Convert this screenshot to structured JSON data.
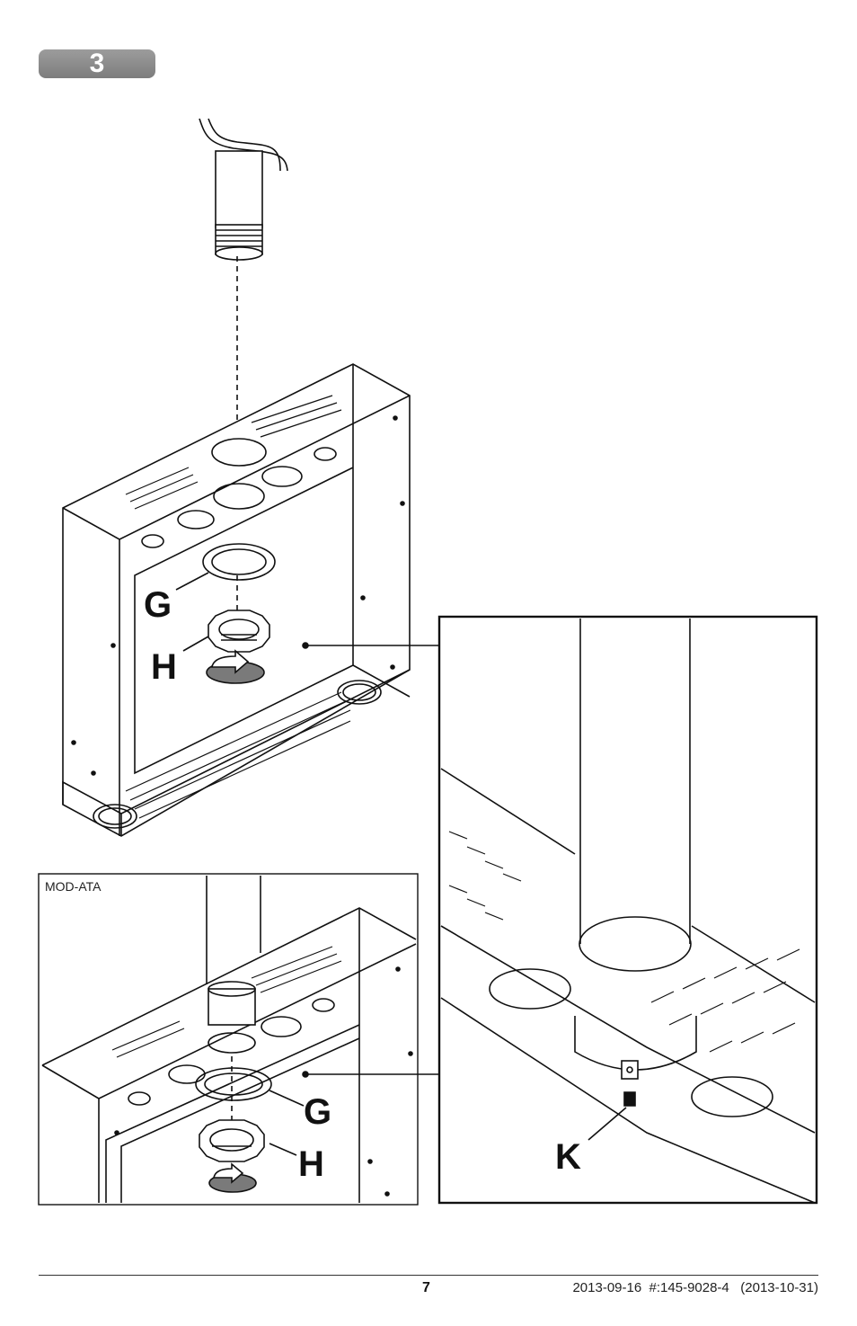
{
  "step": {
    "number": "3"
  },
  "callouts": {
    "g_main": "G",
    "h_main": "H",
    "g_inset": "G",
    "h_inset": "H",
    "k_detail": "K"
  },
  "inset": {
    "label": "MOD-ATA"
  },
  "footer": {
    "page_number": "7",
    "doc_ref": "2013-09-16  #:145-9028-4   (2013-10-31)"
  },
  "colors": {
    "badge_bg": "#8a8a8a",
    "line": "#111111",
    "arrow_fill": "#7a7a7a"
  }
}
